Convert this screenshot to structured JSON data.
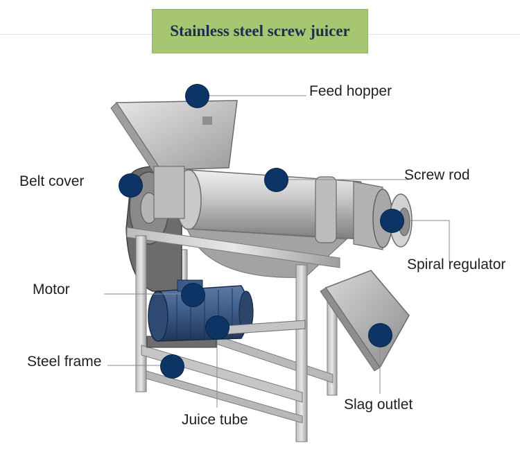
{
  "title": "Stainless steel screw juicer",
  "colors": {
    "title_bg": "#a6c672",
    "title_text": "#1b2e4f",
    "marker": "#0c3566",
    "leader_line": "#8a8a8a",
    "steel_light": "#d9d9d9",
    "steel_dark": "#8f8f8f",
    "motor_blue": "#3b5a86"
  },
  "labels": {
    "feed_hopper": "Feed hopper",
    "screw_rod": "Screw rod",
    "belt_cover": "Belt cover",
    "spiral_regulator": "Spiral regulator",
    "motor": "Motor",
    "steel_frame": "Steel frame",
    "slag_outlet": "Slag outlet",
    "juice_tube": "Juice tube"
  }
}
